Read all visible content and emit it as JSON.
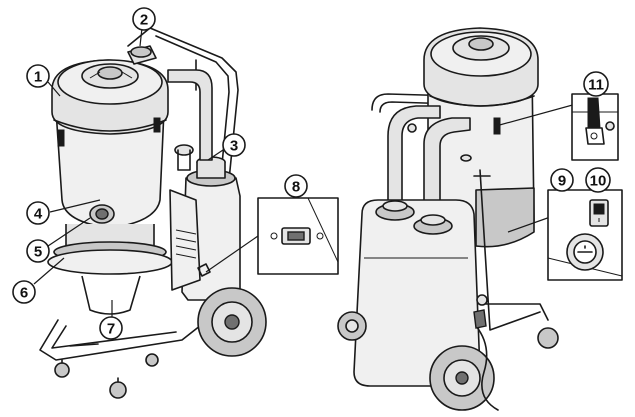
{
  "callouts": [
    {
      "id": "1",
      "label": "1"
    },
    {
      "id": "2",
      "label": "2"
    },
    {
      "id": "3",
      "label": "3"
    },
    {
      "id": "4",
      "label": "4"
    },
    {
      "id": "5",
      "label": "5"
    },
    {
      "id": "6",
      "label": "6"
    },
    {
      "id": "7",
      "label": "7"
    },
    {
      "id": "8",
      "label": "8"
    },
    {
      "id": "9",
      "label": "9"
    },
    {
      "id": "10",
      "label": "10"
    },
    {
      "id": "11",
      "label": "11"
    }
  ],
  "icons": {
    "switch_detail_front": "rocker-switch-icon",
    "switch_detail_rear": "power-switch-icon",
    "socket_detail": "power-socket-icon",
    "latch_detail": "latch-clamp-icon"
  },
  "colors": {
    "line": "#1a1a1a",
    "fill_light": "#e4e4e4",
    "fill_mid": "#c8c8c8",
    "background": "#ffffff"
  }
}
